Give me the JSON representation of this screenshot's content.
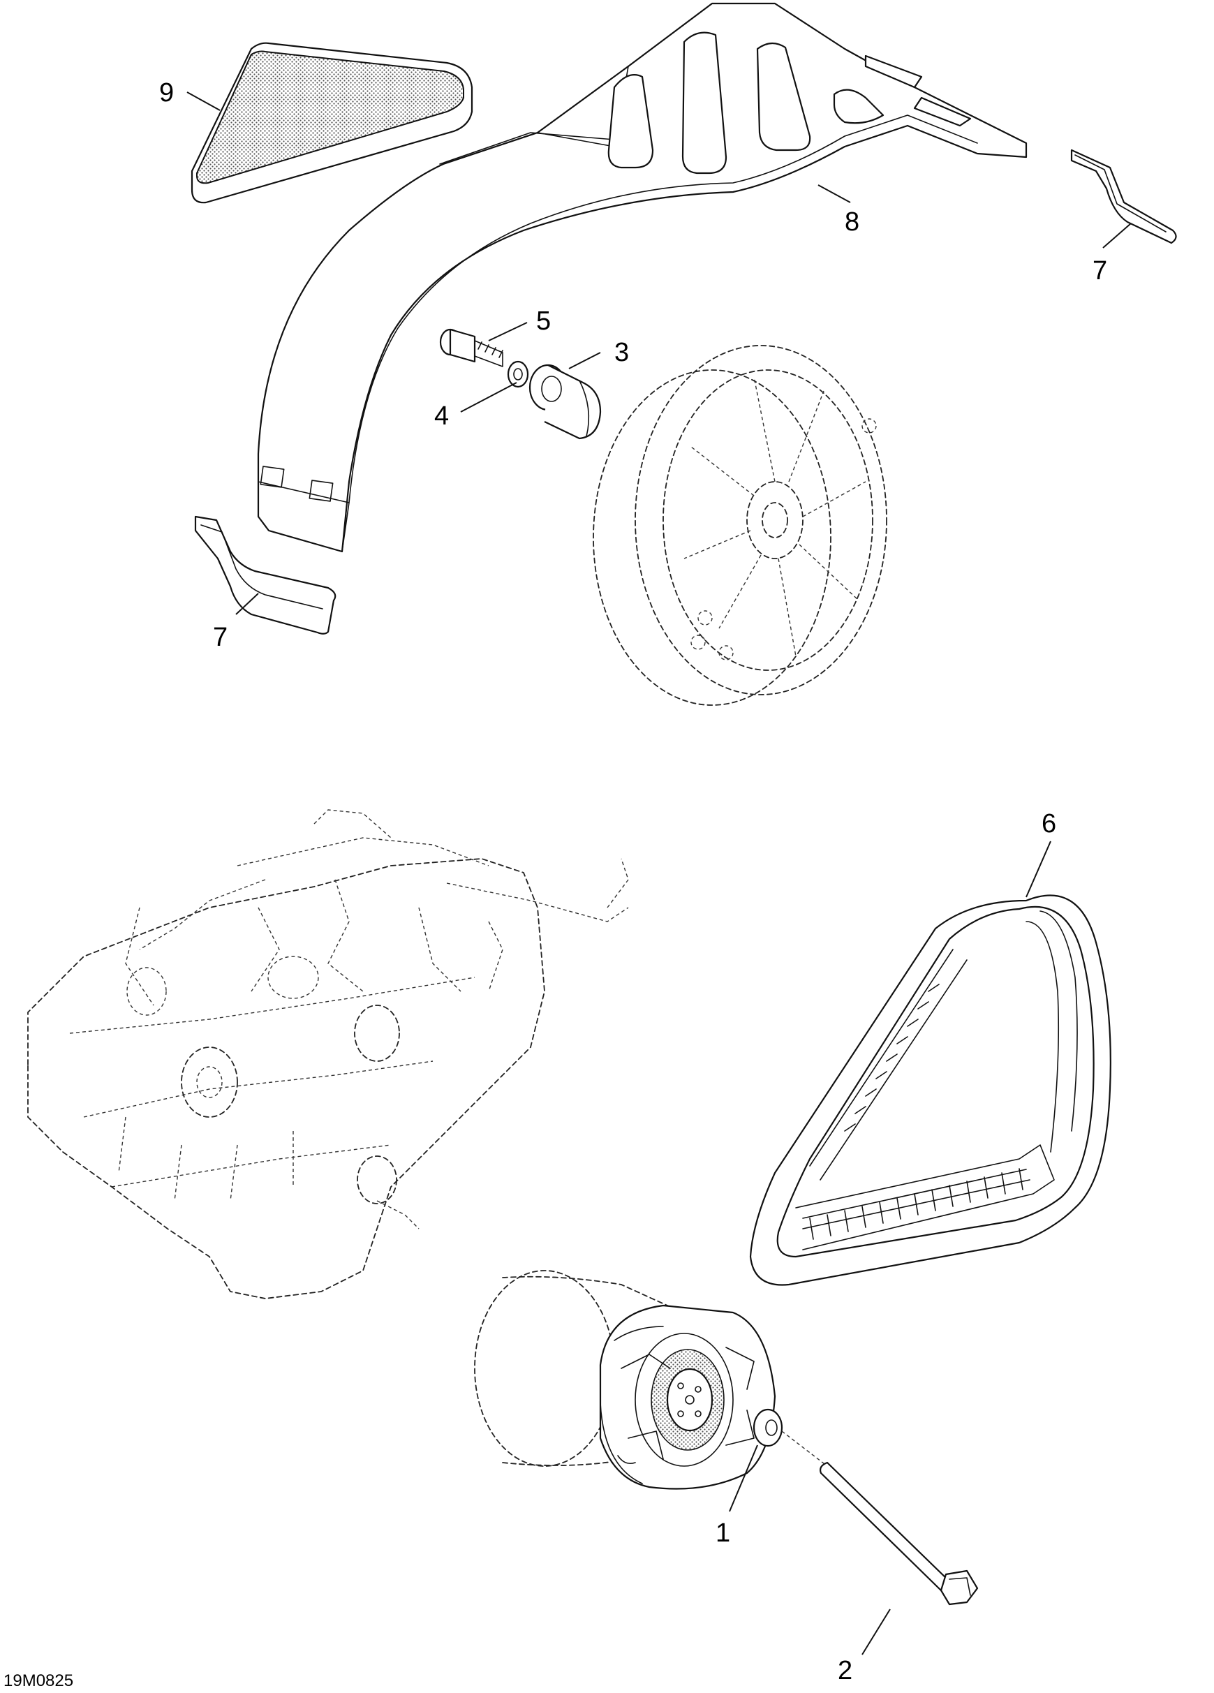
{
  "callouts": {
    "c1": "1",
    "c2": "2",
    "c3": "3",
    "c4": "4",
    "c5": "5",
    "c6": "6",
    "c7a": "7",
    "c7b": "7",
    "c8": "8",
    "c9": "9"
  },
  "figure_code": "19M0825"
}
